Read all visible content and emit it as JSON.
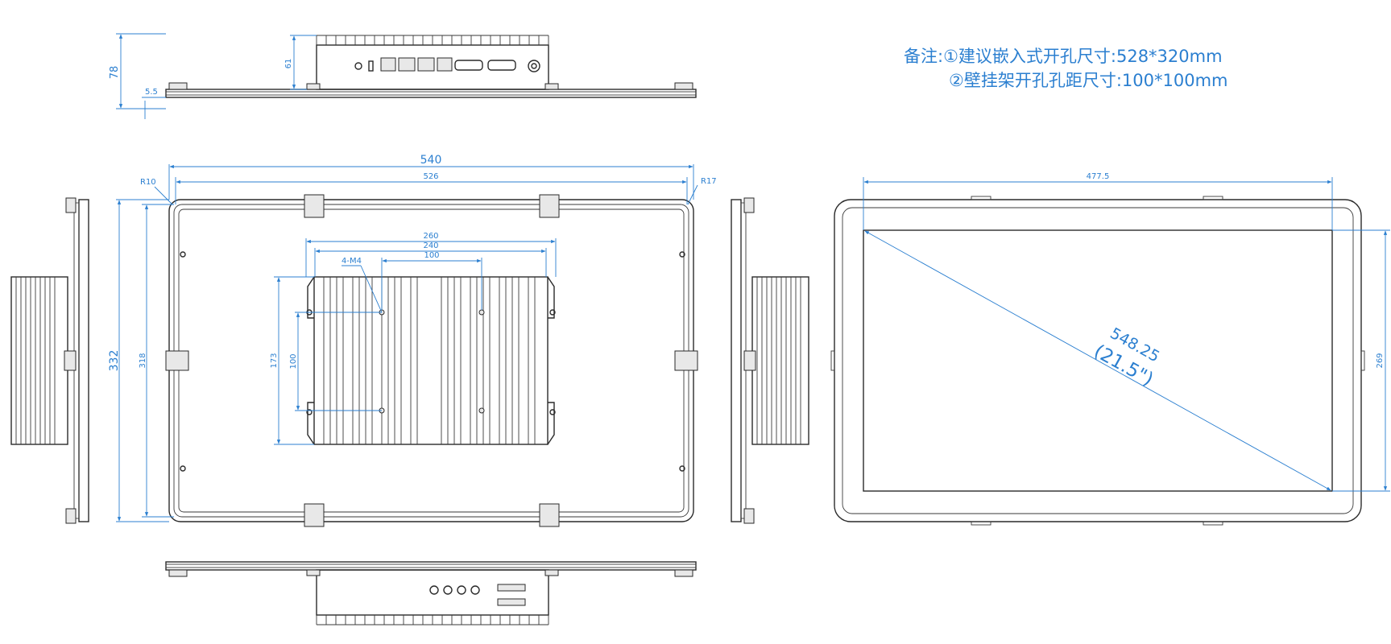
{
  "notes": {
    "line1": "备注:①建议嵌入式开孔尺寸:528*320mm",
    "line2": "②壁挂架开孔孔距尺寸:100*100mm"
  },
  "dimensions": {
    "top_height": "78",
    "top_box_height": "61",
    "top_bezel": "5.5",
    "front_width": "540",
    "front_inner_width": "526",
    "radius_small": "R10",
    "radius_large": "R17",
    "front_height": "332",
    "front_inner_height": "318",
    "box_width": "260",
    "hole_span_240": "240",
    "hole_span_100_h": "100",
    "screw_label": "4-M4",
    "box_height": "173",
    "hole_span_100_v": "100",
    "screen_width": "477.5",
    "screen_height": "269",
    "diagonal_mm": "548.25",
    "diagonal_in": "(21.5\")"
  },
  "colors": {
    "dimension": "#2b7fd0",
    "outline": "#2a2a2a"
  }
}
